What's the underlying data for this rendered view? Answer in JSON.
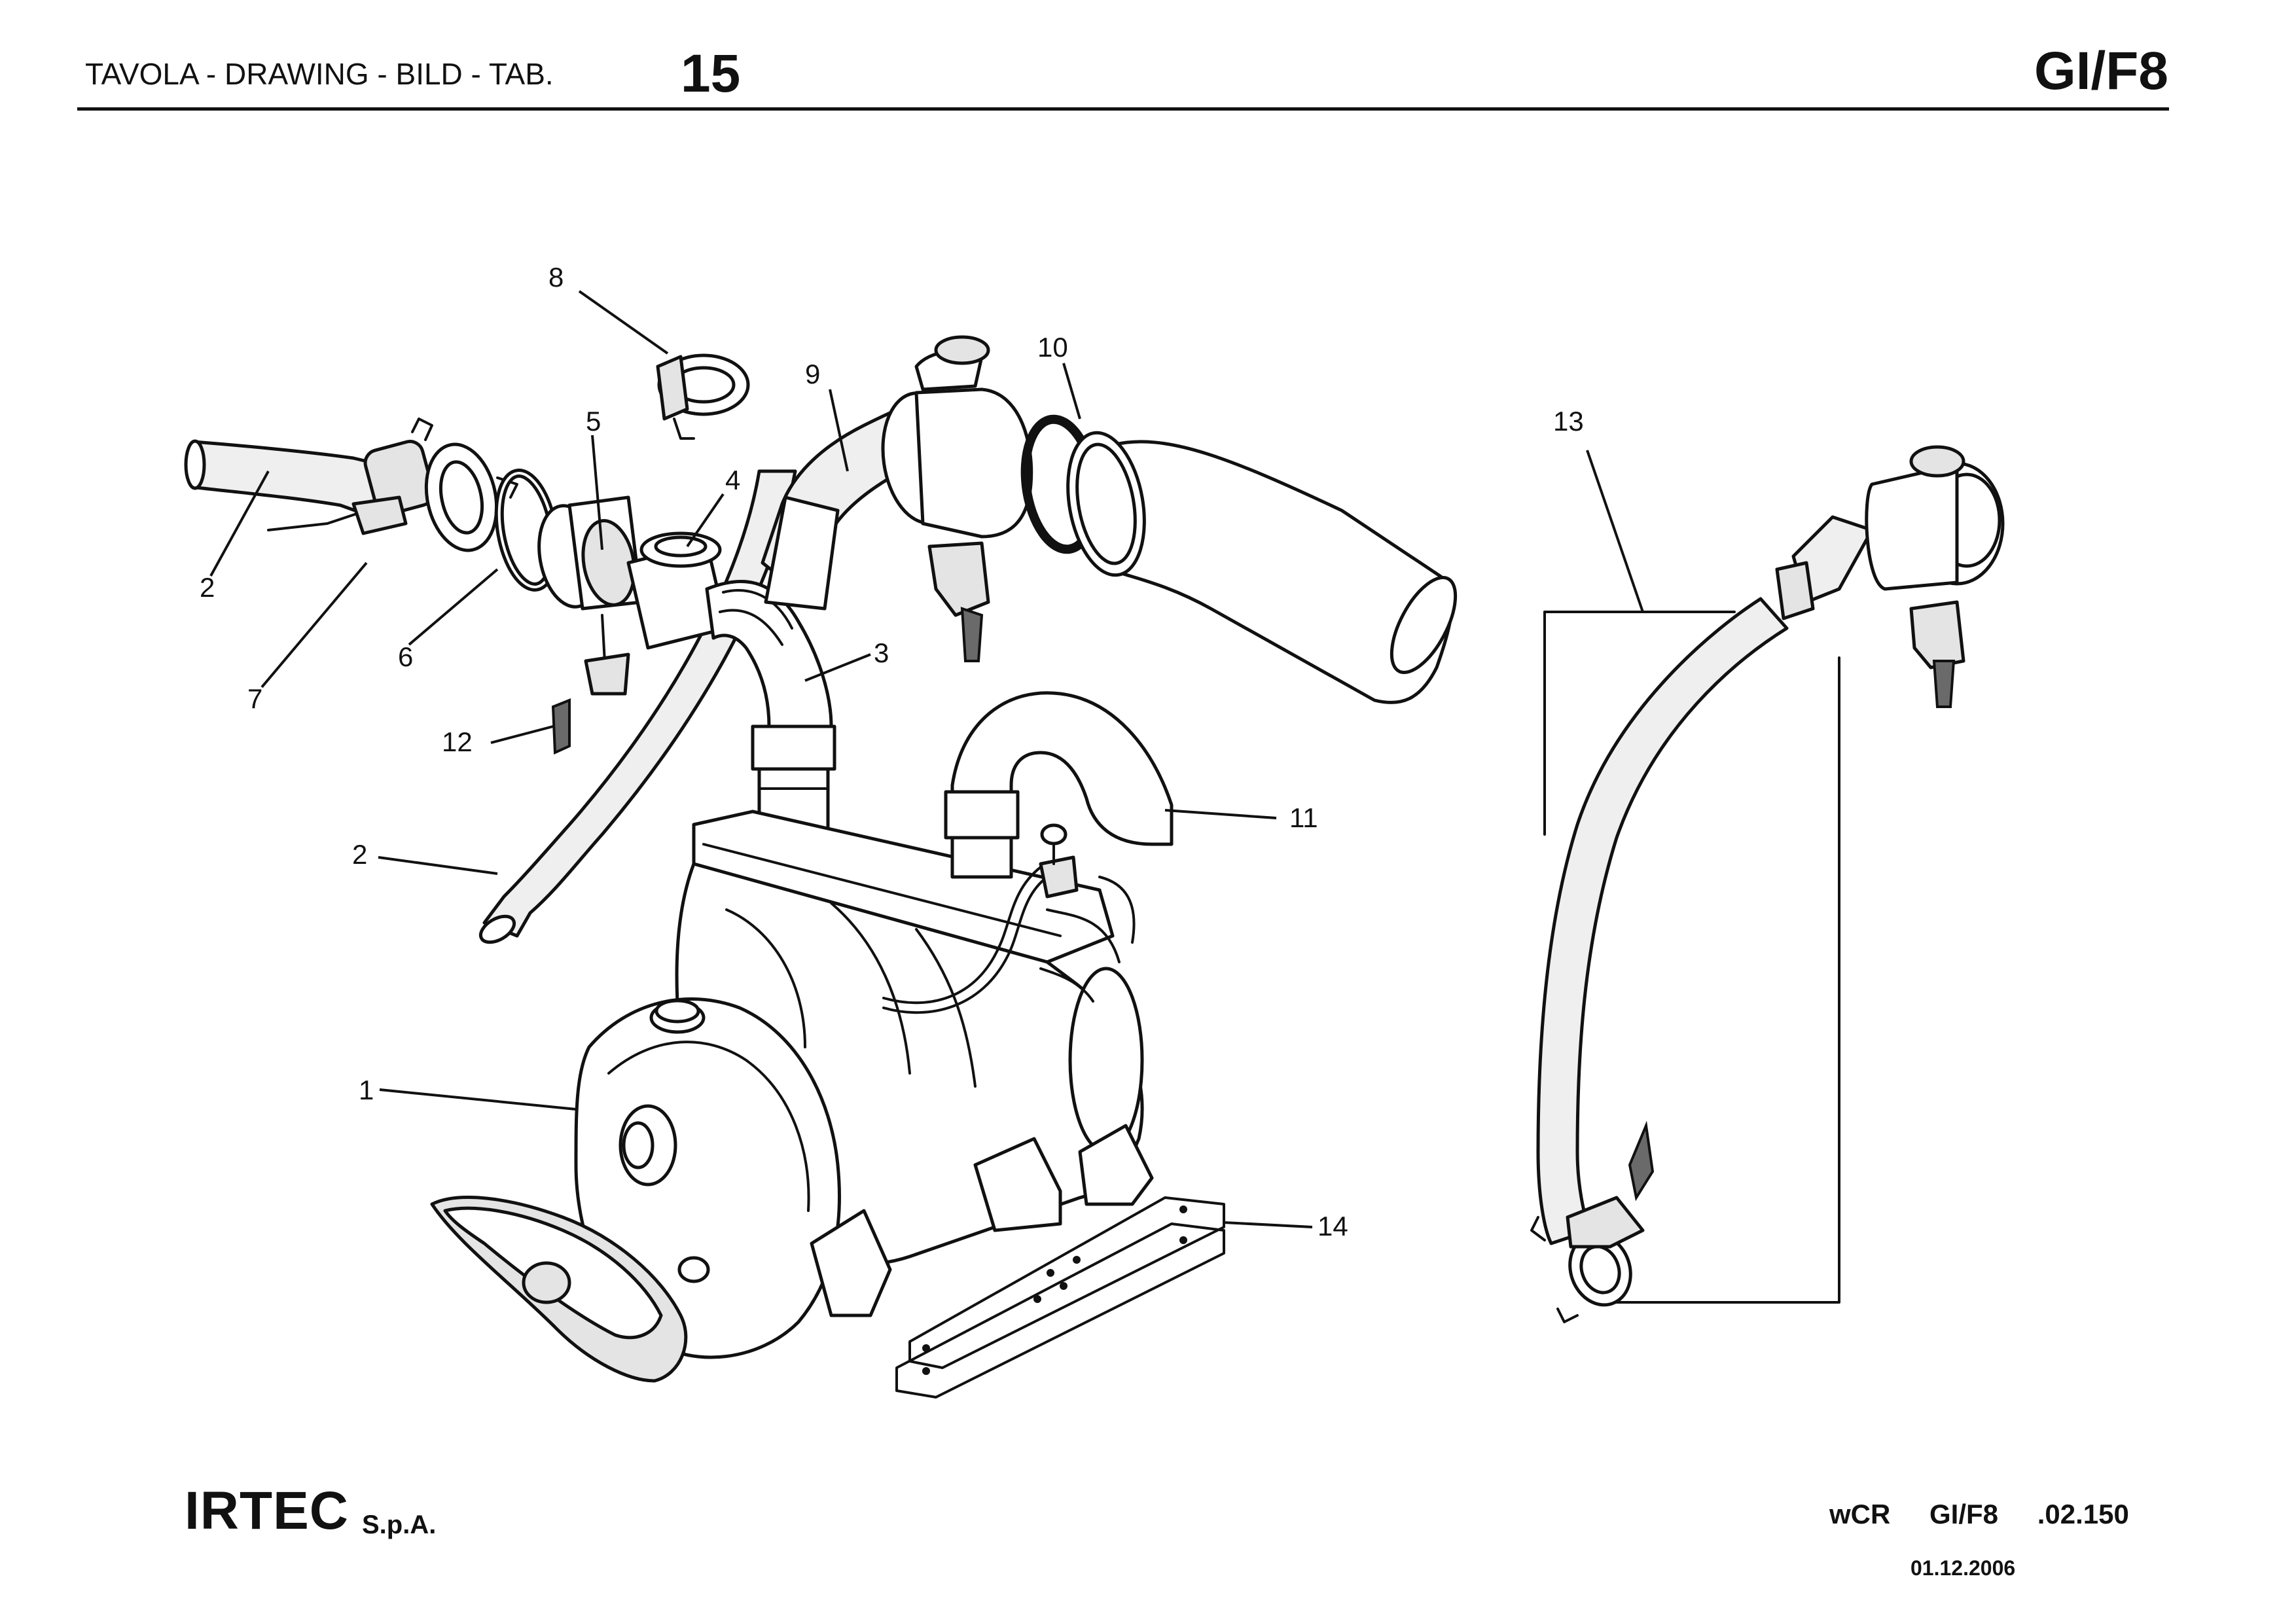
{
  "header": {
    "title": "TAVOLA - DRAWING - BILD - TAB.",
    "table_number": "15",
    "model_code": "GI/F8"
  },
  "footer": {
    "company": "IRTEC",
    "company_suffix": "S.p.A.",
    "ref_parts": [
      "wCR",
      "GI/F8",
      ".02.150"
    ],
    "date": "01.12.2006"
  },
  "diagram": {
    "callouts": [
      "1",
      "2",
      "2",
      "3",
      "4",
      "5",
      "6",
      "7",
      "8",
      "9",
      "10",
      "11",
      "12",
      "13",
      "14"
    ]
  }
}
